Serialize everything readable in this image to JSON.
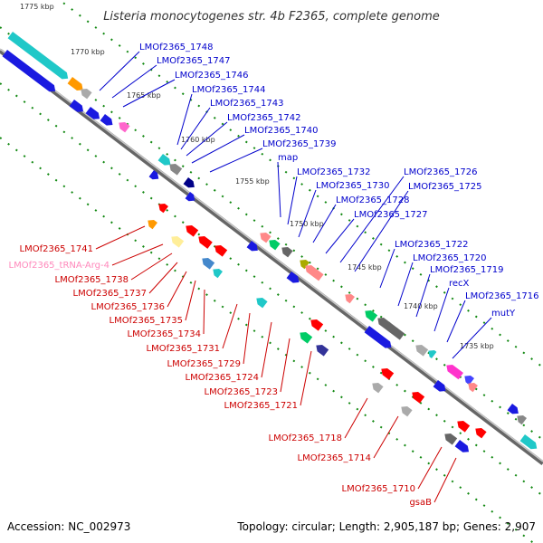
{
  "title": "Listeria monocytogenes str. 4b F2365, complete genome",
  "footer": {
    "accession": "Accession: NC_002973",
    "info": "Topology: circular; Length: 2,905,187 bp; Genes: 2,907"
  },
  "scale_labels": [
    "1775 kbp",
    "1770 kbp",
    "1765 kbp",
    "1760 kbp",
    "1755 kbp",
    "1750 kbp",
    "1745 kbp",
    "1740 kbp",
    "1735 kbp"
  ],
  "colors": {
    "forward_label": "#0000cc",
    "reverse_label": "#cc0000",
    "trna_label": "#ff88bb",
    "backbone": "#777777",
    "tick": "#118811"
  },
  "labels_forward": [
    "LMOf2365_1748",
    "LMOf2365_1747",
    "LMOf2365_1746",
    "LMOf2365_1744",
    "LMOf2365_1743",
    "LMOf2365_1742",
    "LMOf2365_1740",
    "LMOf2365_1739",
    "map",
    "LMOf2365_1732",
    "LMOf2365_1730",
    "LMOf2365_1728",
    "LMOf2365_1727",
    "LMOf2365_1726",
    "LMOf2365_1725",
    "LMOf2365_1722",
    "LMOf2365_1720",
    "LMOf2365_1719",
    "recX",
    "LMOf2365_1716",
    "mutY"
  ],
  "labels_reverse": [
    "LMOf2365_1741",
    "LMOf2365_tRNA-Arg-4",
    "LMOf2365_1738",
    "LMOf2365_1737",
    "LMOf2365_1736",
    "LMOf2365_1735",
    "LMOf2365_1734",
    "LMOf2365_1731",
    "LMOf2365_1729",
    "LMOf2365_1724",
    "LMOf2365_1723",
    "LMOf2365_1721",
    "LMOf2365_1718",
    "LMOf2365_1714",
    "LMOf2365_1710",
    "gsaB"
  ]
}
